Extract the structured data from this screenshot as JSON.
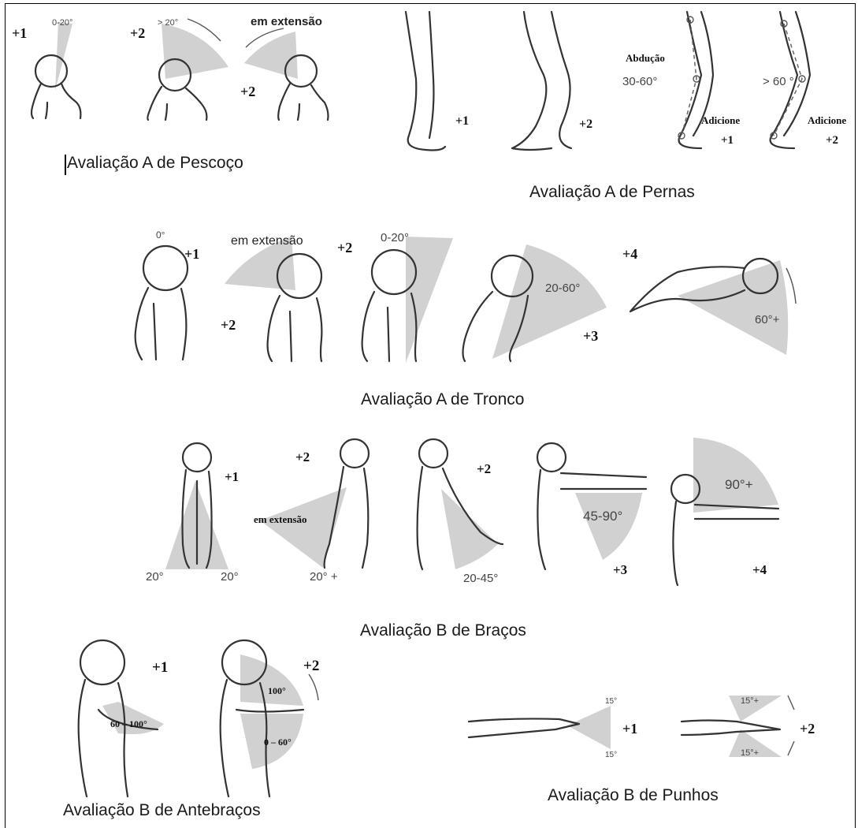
{
  "captions": {
    "pescoco": "Avaliação A de Pescoço",
    "pernas": "Avaliação A de Pernas",
    "tronco": "Avaliação A de Tronco",
    "bracos": "Avaliação B de Braços",
    "antebracos": "Avaliação B de Antebraços",
    "punhos": "Avaliação B de Punhos"
  },
  "pescoco": {
    "s1": "+1",
    "a1": "0-20°",
    "s2": "+2",
    "a2": "> 20°",
    "ext": "em extensão",
    "s3": "+2"
  },
  "pernas": {
    "s1": "+1",
    "s2": "+2",
    "abd": "Abdução",
    "a1": "30-60°",
    "a2": "> 60 °",
    "add1": "Adicione",
    "add1s": "+1",
    "add2": "Adicione",
    "add2s": "+2"
  },
  "tronco": {
    "a0": "0°",
    "s1": "+1",
    "ext": "em extensão",
    "s2a": "+2",
    "s2b": "+2",
    "a1": "0-20°",
    "a2": "20-60°",
    "s3": "+3",
    "s4": "+4",
    "a3": "60°+"
  },
  "bracos": {
    "s1": "+1",
    "l20": "20°",
    "r20": "20°",
    "s2a": "+2",
    "ext": "em extensão",
    "a20p": "20° +",
    "s2b": "+2",
    "a2045": "20-45°",
    "a4590": "45-90°",
    "s3": "+3",
    "a90": "90°+",
    "s4": "+4"
  },
  "antebracos": {
    "s1": "+1",
    "a1": "60 – 100°",
    "s2": "+2",
    "a100": "100°",
    "a060": "0 – 60°"
  },
  "punhos": {
    "u15": "15°",
    "d15": "15°",
    "s1": "+1",
    "u15p": "15°+",
    "d15p": "15°+",
    "s2": "+2"
  }
}
